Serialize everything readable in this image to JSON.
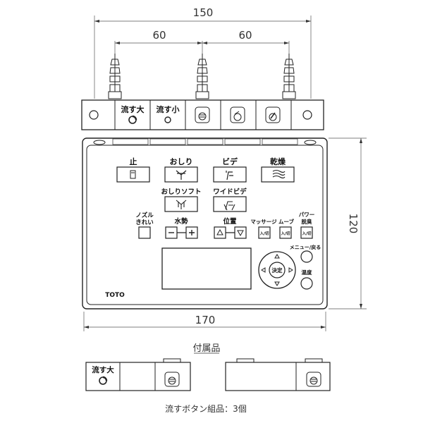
{
  "dimensions": {
    "top_width": "150",
    "left_spacing": "60",
    "right_spacing": "60",
    "body_width": "170",
    "body_height": "120"
  },
  "top_strip": {
    "flush_large": "流す大",
    "flush_small": "流す小"
  },
  "panel": {
    "stop": "止",
    "oshiri": "おしり",
    "bidet": "ビデ",
    "dry": "乾燥",
    "oshiri_soft": "おしりソフト",
    "wide_bidet": "ワイドビデ",
    "nozzle_clean_1": "ノズル",
    "nozzle_clean_2": "きれい",
    "water_pressure": "水勢",
    "position": "位置",
    "massage": "マッサージ",
    "move": "ムーブ",
    "power_1": "パワー",
    "power_2": "脱臭",
    "on_off": "入/切",
    "menu_back": "メニュー/戻る",
    "confirm": "決定",
    "temperature": "温度",
    "brand": "TOTO"
  },
  "accessories": {
    "title": "付属品",
    "flush_large": "流す大",
    "note": "流すボタン組品：3個"
  }
}
